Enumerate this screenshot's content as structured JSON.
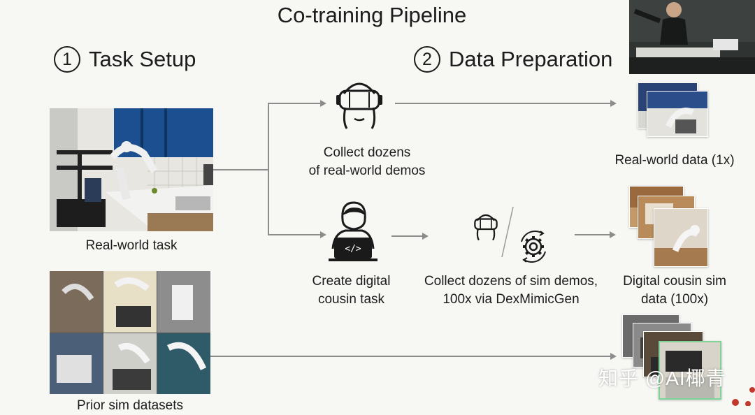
{
  "title": "Co-training Pipeline",
  "sections": {
    "task_setup": {
      "num": "1",
      "label": "Task Setup"
    },
    "data_preparation": {
      "num": "2",
      "label": "Data Preparation"
    }
  },
  "captions": {
    "real_world_task": "Real-world task",
    "prior_sim_datasets": "Prior sim datasets",
    "collect_real_1": "Collect dozens",
    "collect_real_2": "of real-world demos",
    "create_digital_1": "Create digital",
    "create_digital_2": "cousin task",
    "collect_sim_1": "Collect dozens of sim demos,",
    "collect_sim_2": "100x via DexMimicGen",
    "real_world_data": "Real-world data (1x)",
    "digital_cousin_1": "Digital cousin sim",
    "digital_cousin_2": "data (100x)"
  },
  "icons": {
    "vr_headset": "vr-headset-icon",
    "developer": "developer-icon",
    "gear": "gear-icon"
  },
  "code_symbol": "</>",
  "watermark": "知乎 @AI椰青",
  "colors": {
    "background": "#f7f7f4",
    "arrow": "#8c8c8c",
    "text": "#1c1c1c"
  }
}
